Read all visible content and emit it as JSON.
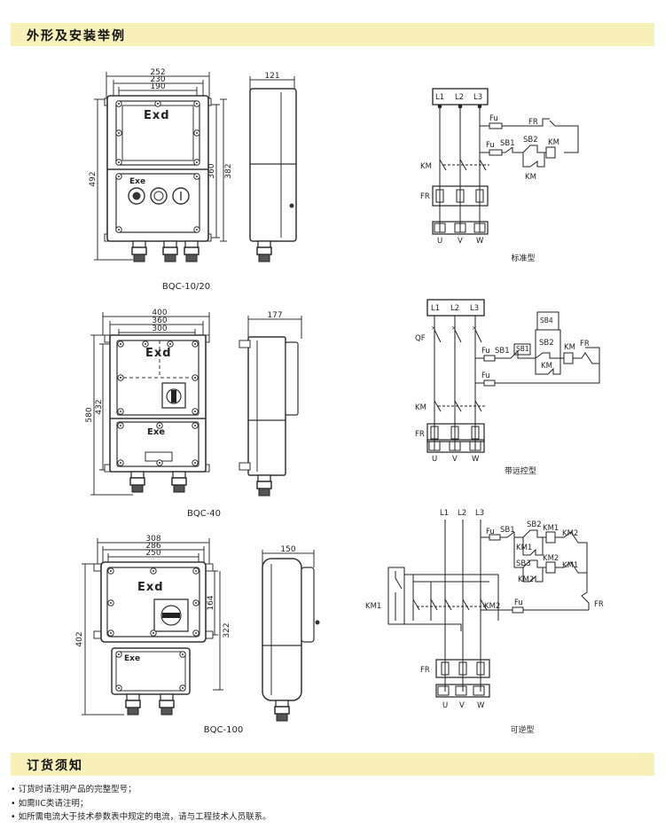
{
  "sections": {
    "outline_title": "外形及安装举例",
    "ordering_title": "订货须知"
  },
  "models": [
    {
      "name": "BQC-10/20",
      "width_dims": [
        "252",
        "230",
        "190"
      ],
      "depth_dim": "121",
      "height_dims": [
        "492",
        "360",
        "382"
      ],
      "exd": "Exd",
      "exe": "Exe"
    },
    {
      "name": "BQC-40",
      "width_dims": [
        "400",
        "360",
        "300"
      ],
      "depth_dim": "177",
      "height_dims": [
        "580",
        "432"
      ],
      "exd": "Exd",
      "exe": "Exe"
    },
    {
      "name": "BQC-100",
      "width_dims": [
        "308",
        "286",
        "250"
      ],
      "depth_dim": "150",
      "height_dims": [
        "402",
        "164",
        "322"
      ],
      "exd": "Exd",
      "exe": "Exe"
    }
  ],
  "circuits": {
    "standard": {
      "caption": "标准型",
      "labels": {
        "l1": "L1",
        "l2": "L2",
        "l3": "L3",
        "fu1": "Fu",
        "fu2": "Fu",
        "fr_top": "FR",
        "sb1": "SB1",
        "sb2": "SB2",
        "km_coil": "KM",
        "km_hold": "KM",
        "km_main": "KM",
        "fr_main": "FR",
        "u": "U",
        "v": "V",
        "w": "W"
      }
    },
    "remote": {
      "caption": "带远控型",
      "labels": {
        "l1": "L1",
        "l2": "L2",
        "l3": "L3",
        "qf": "QF",
        "fu1": "Fu",
        "fu2": "Fu",
        "sb4": "SB4",
        "sb1": "SB1",
        "sb1b": "SB1",
        "sb2": "SB2",
        "km_coil": "KM",
        "fr_top": "FR",
        "km_hold": "KM",
        "km_main": "KM",
        "fr_main": "FR",
        "u": "U",
        "v": "V",
        "w": "W"
      }
    },
    "reversible": {
      "caption": "可逆型",
      "labels": {
        "l1": "L1",
        "l2": "L2",
        "l3": "L3",
        "fu1": "Fu",
        "sb1": "SB1",
        "sb2": "SB2",
        "km1_a": "KM1",
        "km2_a": "KM2",
        "km1_b": "KM1",
        "sb3": "SB3",
        "km2_b": "KM2",
        "km1_c": "KM1",
        "km2_c": "KM2",
        "km1_main": "KM1",
        "km2_main": "KM2",
        "fu2": "Fu",
        "fr_top": "FR",
        "fr_main": "FR",
        "u": "U",
        "v": "V",
        "w": "W"
      }
    }
  },
  "notes": [
    "订货时请注明产品的完整型号；",
    "如需IIC类请注明；",
    "如所需电流大于技术参数表中规定的电流，请与工程技术人员联系。"
  ]
}
